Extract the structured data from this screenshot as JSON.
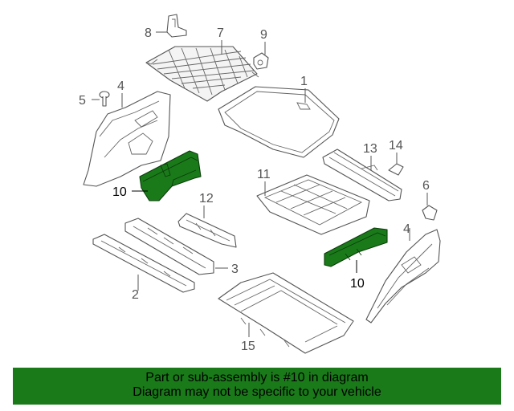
{
  "callouts": {
    "c1": "1",
    "c2": "2",
    "c3": "3",
    "c4a": "4",
    "c4b": "4",
    "c5": "5",
    "c6": "6",
    "c7": "7",
    "c8": "8",
    "c9": "9",
    "c10a": "10",
    "c10b": "10",
    "c11": "11",
    "c12": "12",
    "c13": "13",
    "c14": "14",
    "c15": "15"
  },
  "banner": {
    "line1": "Part or sub-assembly is #10 in diagram",
    "line2": "Diagram may not be specific to your vehicle"
  },
  "colors": {
    "highlight": "#1a7a1a",
    "line": "#555555"
  }
}
